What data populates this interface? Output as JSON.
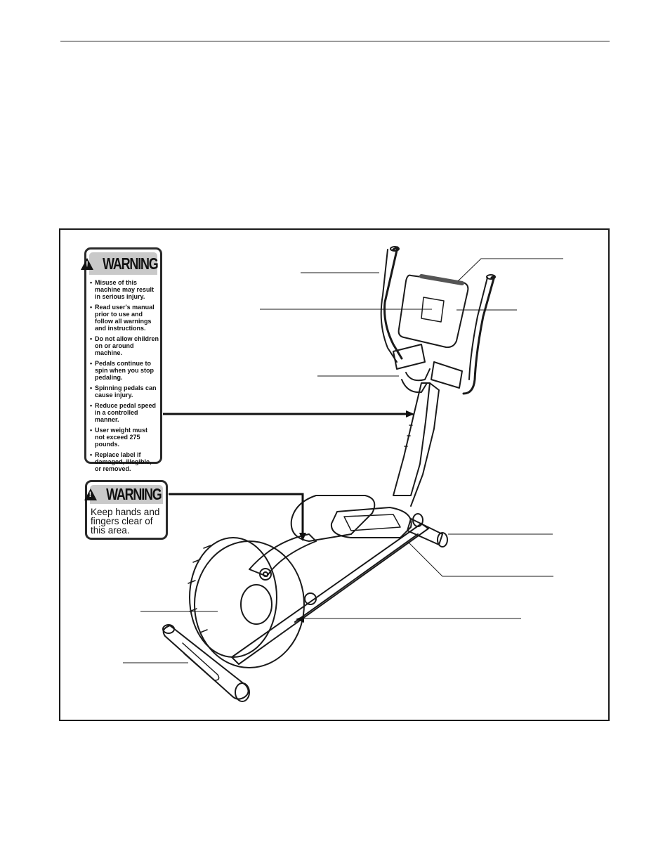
{
  "warning_label_large": {
    "title": "WARNING",
    "items": [
      "Misuse of this machine may result in serious injury.",
      "Read user's manual prior to use and follow all warnings and instructions.",
      "Do not allow children on or around machine.",
      "Pedals continue to spin when you stop pedaling.",
      "Spinning pedals can cause injury.",
      "Reduce pedal speed in a controlled manner.",
      "User weight must not exceed 275 pounds.",
      "Replace label if damaged, illegible, or removed."
    ]
  },
  "warning_label_small": {
    "title": "WARNING",
    "text": "Keep hands and fingers clear of this area."
  }
}
